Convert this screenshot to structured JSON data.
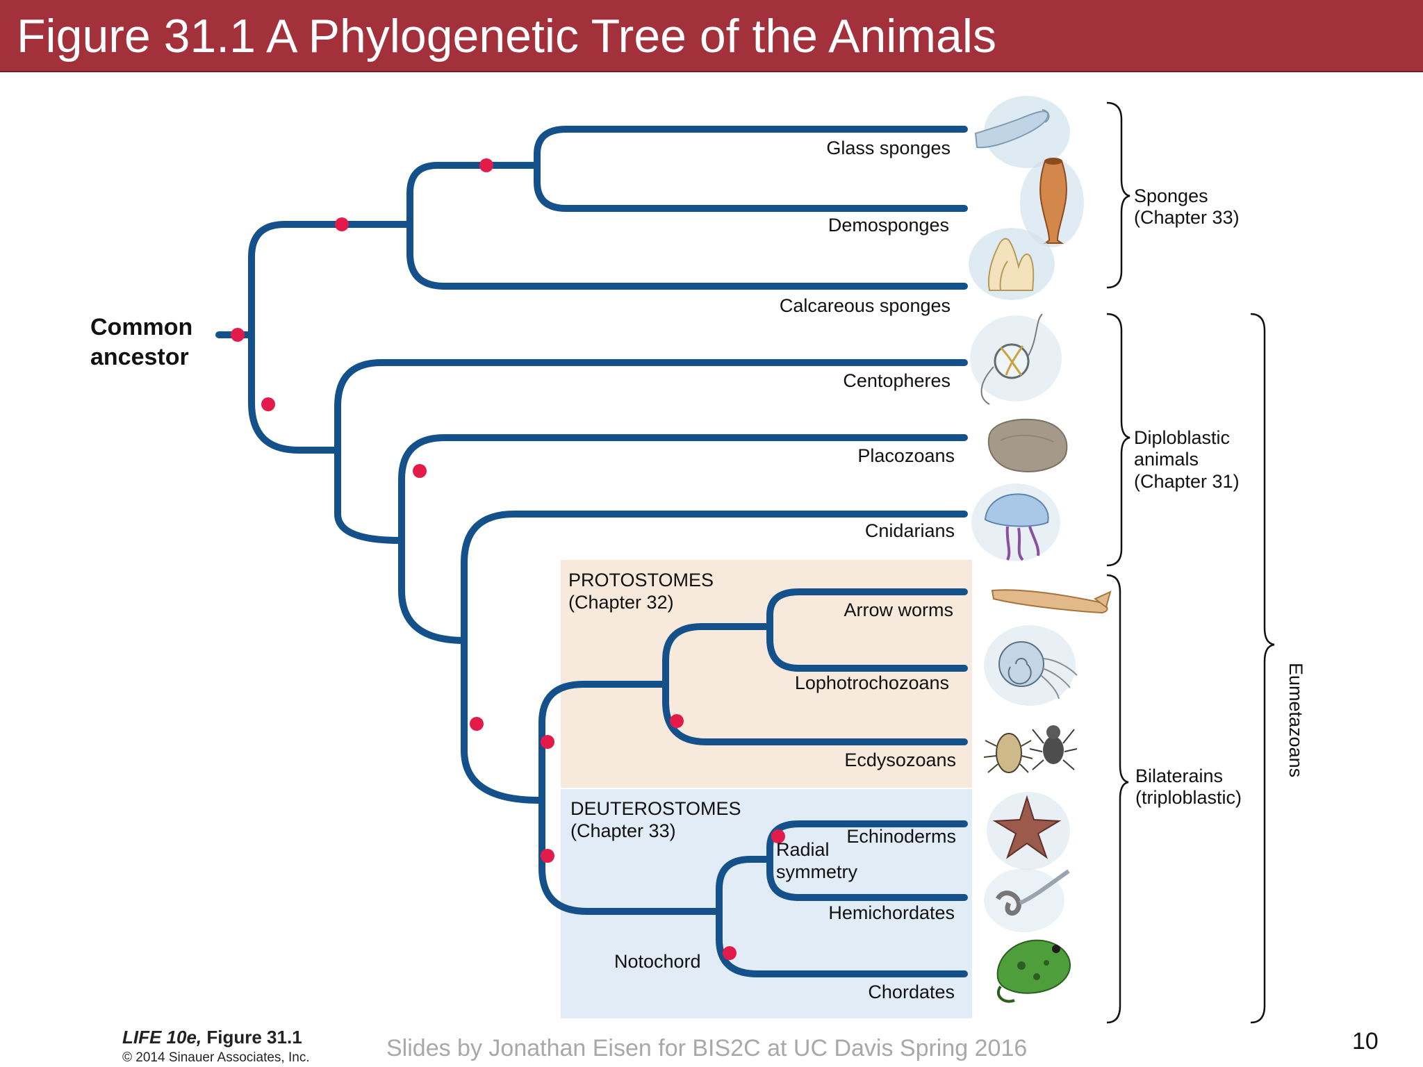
{
  "title": "Figure 31.1  A Phylogenetic Tree of the Animals",
  "colors": {
    "title_bar": "#a3313c",
    "branch": "#14518a",
    "node": "#e31b4b",
    "protostome_box": "#f7eadc",
    "deuterostome_box": "#e1ecf6"
  },
  "root_label": {
    "line1": "Common",
    "line2": "ancestor"
  },
  "taxa": [
    {
      "label": "Glass sponges",
      "icon": "glass-sponge-icon"
    },
    {
      "label": "Demosponges",
      "icon": "demosponge-icon"
    },
    {
      "label": "Calcareous sponges",
      "icon": "calcareous-sponge-icon"
    },
    {
      "label": "Centopheres",
      "icon": "ctenophore-icon"
    },
    {
      "label": "Placozoans",
      "icon": "placozoan-icon"
    },
    {
      "label": "Cnidarians",
      "icon": "jellyfish-icon"
    },
    {
      "label": "Arrow worms",
      "icon": "arrow-worm-icon"
    },
    {
      "label": "Lophotrochozoans",
      "icon": "nautilus-icon"
    },
    {
      "label": "Ecdysozoans",
      "icon": "beetle-spider-icon"
    },
    {
      "label": "Echinoderms",
      "icon": "sea-star-icon"
    },
    {
      "label": "Hemichordates",
      "icon": "acorn-worm-icon"
    },
    {
      "label": "Chordates",
      "icon": "frog-icon"
    }
  ],
  "groups": {
    "protostomes": {
      "line1": "PROTOSTOMES",
      "line2": "(Chapter 32)"
    },
    "deuterostomes": {
      "line1": "DEUTEROSTOMES",
      "line2": "(Chapter 33)"
    }
  },
  "annotations": {
    "radial_line1": "Radial",
    "radial_line2": "symmetry",
    "notochord": "Notochord"
  },
  "brackets": {
    "sponges": {
      "line1": "Sponges",
      "line2": "(Chapter 33)"
    },
    "diploblastic": {
      "line1": "Diploblastic",
      "line2": "animals",
      "line3": "(Chapter 31)"
    },
    "bilaterians": {
      "line1": "Bilaterains",
      "line2": "(triploblastic)"
    },
    "eumetazoans": "Eumetazoans"
  },
  "footer": {
    "book": "LIFE 10e,",
    "figure": "Figure 31.1",
    "copyright": "© 2014 Sinauer Associates, Inc.",
    "slides": "Slides by Jonathan Eisen for BIS2C at UC Davis Spring 2016",
    "page": "10"
  }
}
